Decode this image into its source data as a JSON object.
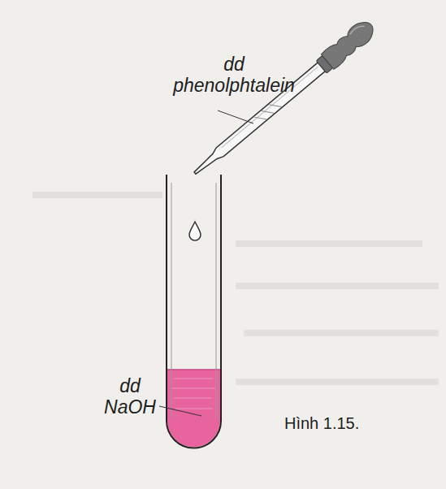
{
  "diagram": {
    "labels": [
      "dd phenolphtalein",
      "dd NaOH",
      "Hình 1.15."
    ]
  }
}
